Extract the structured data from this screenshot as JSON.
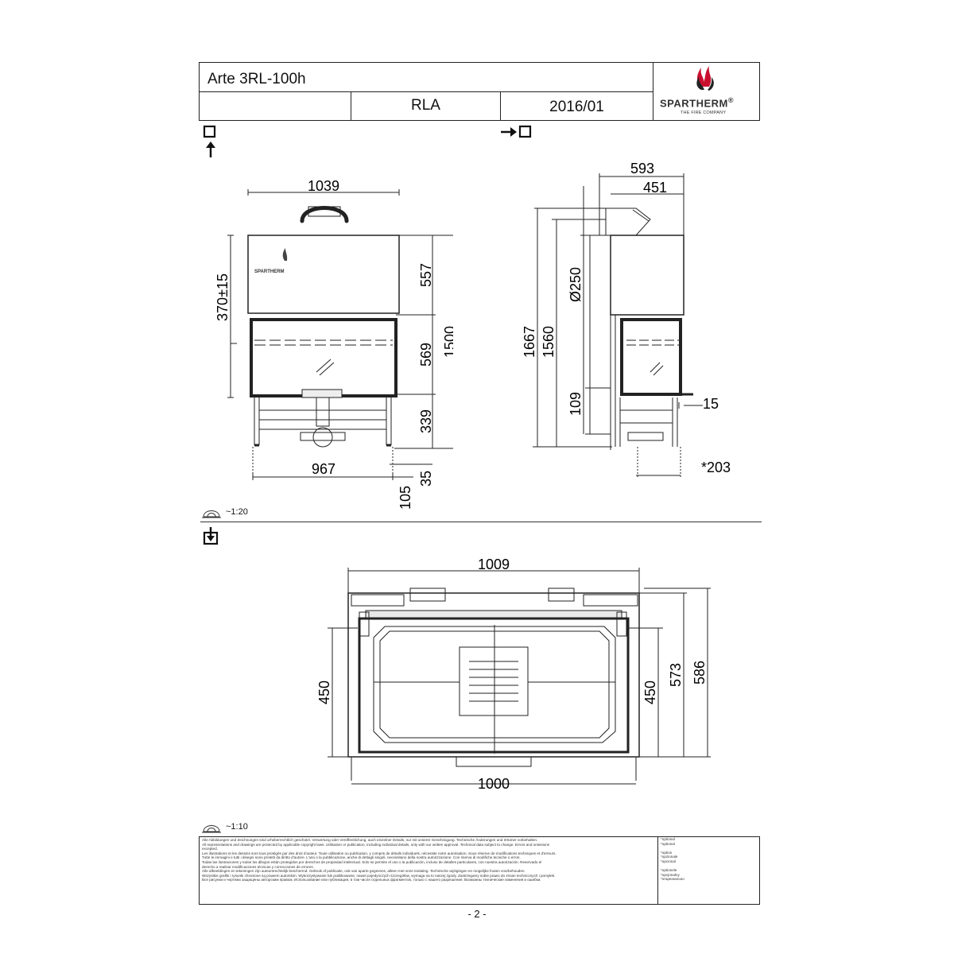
{
  "title_block": {
    "model": "Arte 3RL-100h",
    "field_empty": "",
    "variant": "RLA",
    "date": "2016/01",
    "brand": "SPARTHERM",
    "registered": "®",
    "tagline": "THE FIRE COMPANY"
  },
  "front_view": {
    "dims": {
      "width_top": "1039",
      "width_bottom": "967",
      "hood_height": "557",
      "glass_height": "569",
      "base_height": "339",
      "total_height": "1500",
      "foot": "35",
      "foot_total": "105",
      "tolerance": "370±15"
    },
    "logo_text": "SPARTHERM"
  },
  "side_view": {
    "dims": {
      "depth_total": "593",
      "depth_body": "451",
      "flue_diameter": "Ø250",
      "height_flue": "1667",
      "height_body": "1560",
      "base_offset": "109",
      "frame": "15",
      "option_depth": "*203"
    }
  },
  "scale_upper": "~1:20",
  "scale_lower": "~1:10",
  "plan_view": {
    "dims": {
      "width_outer": "1009",
      "width_inner": "1000",
      "depth_left": "450",
      "depth_right": "450",
      "depth_mid": "573",
      "depth_total": "586"
    }
  },
  "disclaimer_lines": [
    "Alle Abbildungen und Zeichnungen sind urheberrechtlich geschützt. Verwertung oder Veröffentlichung, auch einzelner Details, nur mit unserer Genehmigung. Technische Änderungen und Irrtümer vorbehalten.",
    "All representations and drawings are protected by applicable copyright laws. Utilisation or publication, including individual details, only with our written approval. Technical data subject to change. Errors and omissions",
    "excepted.",
    "Les illustrations et les dessins sont tous protégés par des droit d'auteur. Toute utilisation ou publication, y compris de détails individuels, nécessite notre autorisation. Sous réserve de modifications techniques et d'erreurs.",
    "Tutte le immagini e tutti i disegni sono protetti da diritto d'autore. L'uso o la pubblicazione, anche di dettagli singoli, necessitano della nostra autorizzazione.  Con riserva di modifiche tecniche o errori.",
    "Todas las ilustraciones y todos los dibujos están protegidos por derechos de propiedad intelectual. Solo se permite el uso o la publicación, incluso de detalles particulares, con nuestra autorización. Reservado el",
    "derecho a realizar modificaciones técnicas y correcciones de errores.",
    "Alle afbeeldingen en tekeningen zijn auteursrechtelijk beschermd. Gebruik of publicatie, ook van aparte gegevens, alleen met onze toelating. Technische wijzigingen en mogelijke fouten voorbehouden.",
    "Wszystkie grafiki i rysunki chronione są prawem autorskim. Wykorzystywanie lub publikowanie,  nawet pojedynczych szczegółów, wymaga na to naszej zgody. Zastrzegamy sobie prawo do zmian technicznych i pomyłek.",
    "Все рисунки и чертежи защищены авторским правом.  Использование или публикация, в том числе отдельных фрагментов, только с нашего разрешения. Возможны технические изменения и ошибки."
  ],
  "option_lines": [
    "*optional",
    "*optional",
    "",
    "*option",
    "*opzionale",
    "*opcional",
    "",
    "*optionele",
    "*opcjonalny",
    "*опционально"
  ],
  "page_number": "- 2 -"
}
